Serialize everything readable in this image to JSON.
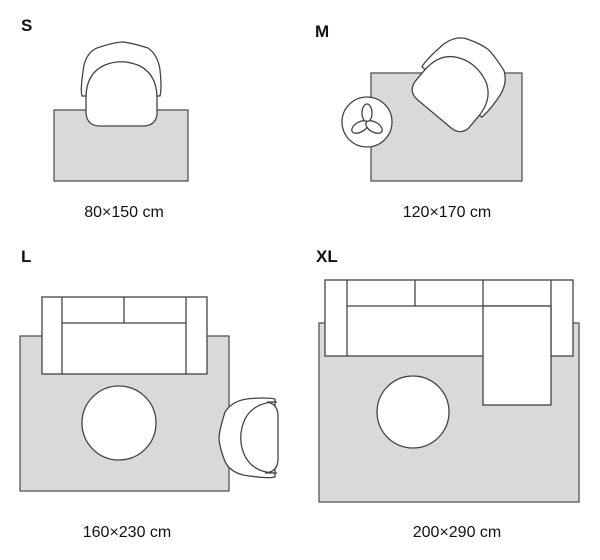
{
  "sizes": [
    {
      "label": "S",
      "dimensions": "80×150 cm"
    },
    {
      "label": "M",
      "dimensions": "120×170 cm"
    },
    {
      "label": "L",
      "dimensions": "160×230 cm"
    },
    {
      "label": "XL",
      "dimensions": "200×290 cm"
    }
  ],
  "colors": {
    "rug": "#d9d9d9",
    "outline": "#444444"
  }
}
